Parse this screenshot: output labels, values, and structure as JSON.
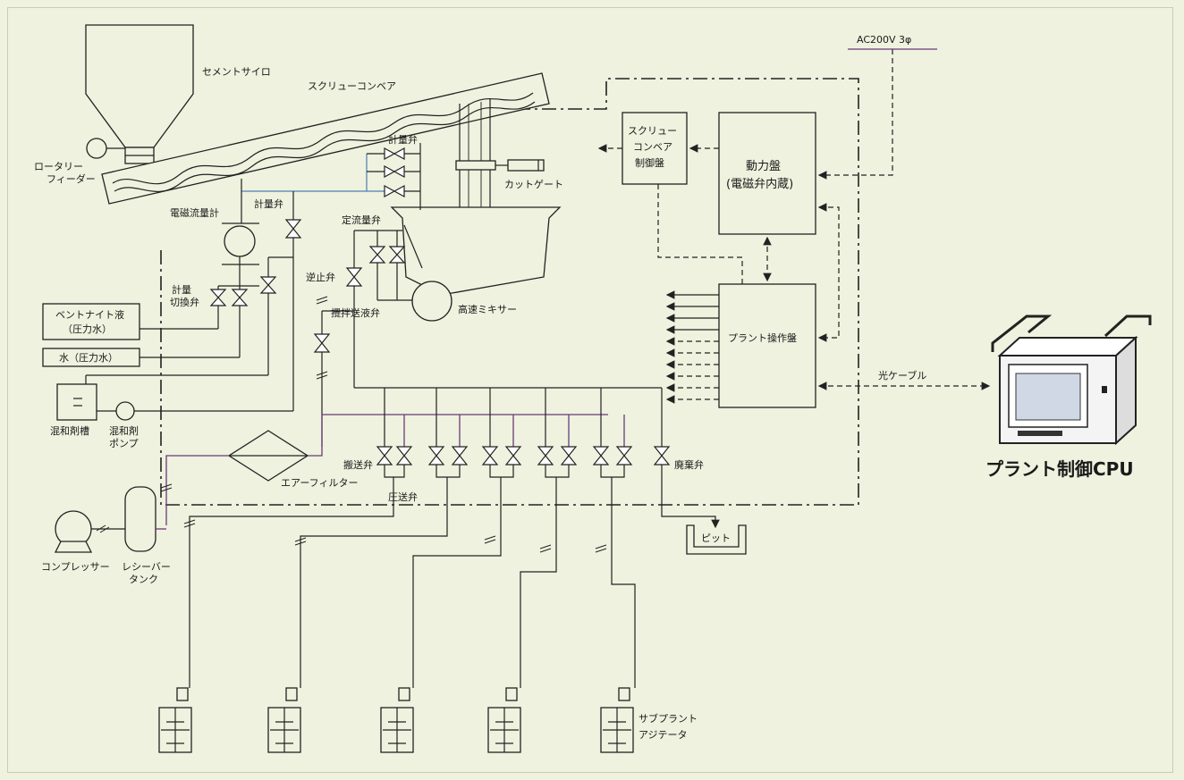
{
  "labels": {
    "cement_silo": "セメントサイロ",
    "screw_conveyor": "スクリューコンベア",
    "rotary_feeder_1": "ロータリー",
    "rotary_feeder_2": "フィーダー",
    "meter_valve_top": "計量弁",
    "cut_gate": "カットゲート",
    "em_flowmeter": "電磁流量計",
    "meter_valve_left": "計量弁",
    "constant_flow_valve": "定流量弁",
    "check_valve": "逆止弁",
    "meter_switch_valve_1": "計量",
    "meter_switch_valve_2": "切換弁",
    "bentonite": "ベントナイト液\n（圧力水）",
    "bentonite_l1": "ベントナイト液",
    "bentonite_l2": "（圧力水）",
    "water": "水（圧力水）",
    "stir_feed_valve": "攪拌送液弁",
    "high_speed_mixer": "高速ミキサー",
    "admixture_tank": "混和剤槽",
    "admixture_pump_1": "混和剤",
    "admixture_pump_2": "ポンプ",
    "air_filter": "エアーフィルター",
    "feed_valve": "搬送弁",
    "pressure_valve": "圧送弁",
    "waste_valve": "廃棄弁",
    "pit": "ピット",
    "compressor": "コンプレッサー",
    "receiver_tank_1": "レシーバー",
    "receiver_tank_2": "タンク",
    "screw_conveyor_ctrl_1": "スクリュー",
    "screw_conveyor_ctrl_2": "コンベア",
    "screw_conveyor_ctrl_3": "制御盤",
    "power_panel_1": "動力盤",
    "power_panel_2": "(電磁弁内蔵)",
    "plant_panel": "プラント操作盤",
    "ac_supply": "AC200V  3φ",
    "optical_cable": "光ケーブル",
    "plant_cpu": "プラント制御CPU",
    "sub_plant_1": "サブプラント",
    "sub_plant_2": "アジテータ"
  },
  "colors": {
    "background": "#eef2de",
    "line": "#222222",
    "blue_line": "#4d7fb3",
    "purple_line": "#6a3a7a"
  }
}
